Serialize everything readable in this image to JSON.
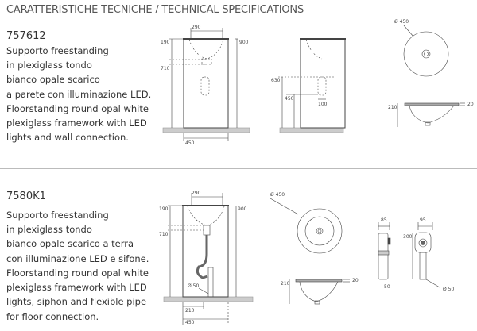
{
  "title": "CARATTERISTICHE TECNICHE / TECHNICAL SPECIFICATIONS",
  "products": [
    {
      "code": "757612",
      "italian": [
        "Supporto freestanding",
        "in plexiglass tondo",
        "bianco opale scarico",
        "a parete con illuminazione LED."
      ],
      "english": [
        "Floorstanding round opal white",
        "plexiglass framework with LED",
        "lights and wall connection."
      ],
      "dims": {
        "front_width_top": "290",
        "front_h1": "190",
        "front_h2": "710",
        "front_height": "900",
        "front_base": "450",
        "side_h1": "630",
        "side_h2": "450",
        "side_w": "100",
        "top_diameter": "Ø 450",
        "basin_height": "210",
        "basin_rim": "20"
      }
    },
    {
      "code": "7580K1",
      "italian": [
        "Supporto freestanding",
        "in plexiglass tondo",
        "bianco opale scarico a terra",
        "con illuminazione LED e sifone."
      ],
      "english": [
        "Floorstanding round opal white",
        "plexiglass framework with LED",
        "lights, siphon and flexible pipe",
        "for floor connection."
      ],
      "dims": {
        "front_width_top": "290",
        "front_h1": "190",
        "front_h2": "710",
        "front_height": "900",
        "pipe_diameter": "Ø 50",
        "front_base1": "210",
        "front_base2": "450",
        "top_diameter": "Ø 450",
        "basin_height": "210",
        "basin_rim": "20",
        "side_w": "85",
        "side_bottom": "50",
        "front_w": "95",
        "front_h": "300",
        "front_pipe": "Ø 50"
      }
    }
  ]
}
